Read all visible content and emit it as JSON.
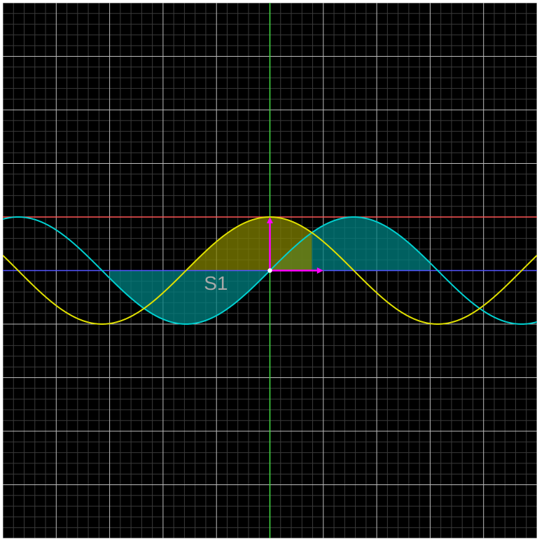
{
  "chart_data": {
    "type": "area",
    "xlim": [
      -5,
      5
    ],
    "ylim": [
      -5,
      5
    ],
    "grid": true,
    "series": [
      {
        "name": "",
        "function": "sin(x)",
        "color": "#00d0d0",
        "fill_between": [
          -3,
          3
        ],
        "fill_color": "#008080",
        "fill_opacity": 0.75
      },
      {
        "name": "",
        "function": "cos(x)",
        "color": "#e0e000",
        "fill_between": [
          -1.5708,
          0.7854
        ],
        "fill_color": "#808000",
        "fill_opacity": 0.75
      }
    ],
    "reference_lines": [
      {
        "orientation": "horizontal",
        "y": 1,
        "color": "#ff5555"
      },
      {
        "orientation": "horizontal",
        "y": 0,
        "color": "#5555ff"
      },
      {
        "orientation": "vertical",
        "x": 0,
        "color": "#44dd44"
      }
    ],
    "vectors": [
      {
        "from": [
          0,
          0
        ],
        "to": [
          1,
          0
        ],
        "color": "#ff00ff"
      },
      {
        "from": [
          0,
          0
        ],
        "to": [
          0,
          1
        ],
        "color": "#ff00ff"
      }
    ],
    "origin_point": {
      "x": 0,
      "y": 0,
      "color": "#ffffff"
    },
    "annotations": [
      {
        "text": "S1",
        "x": -1,
        "y": -0.2
      }
    ]
  }
}
